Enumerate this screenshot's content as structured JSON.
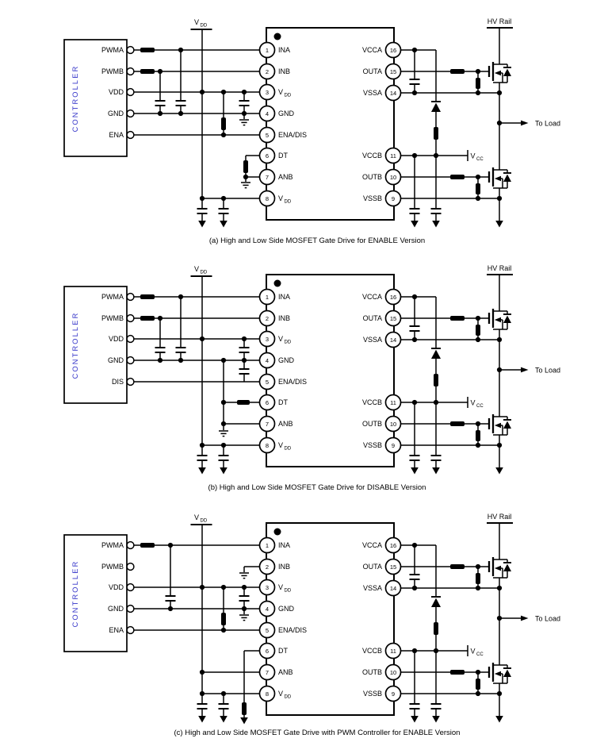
{
  "labels": {
    "controller": "CONTROLLER",
    "vdd": {
      "main": "V",
      "sub": "DD"
    },
    "vcc": {
      "main": "V",
      "sub": "CC"
    },
    "hv_rail": "HV Rail",
    "to_load": "To Load"
  },
  "ic": {
    "left_pins": [
      {
        "num": "1",
        "name": "INA"
      },
      {
        "num": "2",
        "name": "INB"
      },
      {
        "num": "3",
        "name": ""
      },
      {
        "num": "4",
        "name": "GND"
      },
      {
        "num": "5",
        "name": "ENA/DIS"
      },
      {
        "num": "6",
        "name": "DT"
      },
      {
        "num": "7",
        "name": "ANB"
      },
      {
        "num": "8",
        "name": ""
      }
    ],
    "right_pins": [
      {
        "num": "16",
        "name": "VCCA"
      },
      {
        "num": "15",
        "name": "OUTA"
      },
      {
        "num": "14",
        "name": "VSSA"
      },
      {
        "num": "11",
        "name": "VCCB"
      },
      {
        "num": "10",
        "name": "OUTB"
      },
      {
        "num": "9",
        "name": "VSSB"
      }
    ]
  },
  "diagrams": [
    {
      "caption": "(a) High and Low Side MOSFET Gate Drive for ENABLE Version",
      "controller_pins": [
        "PWMA",
        "PWMB",
        "VDD",
        "GND",
        "ENA"
      ]
    },
    {
      "caption": "(b) High and Low Side MOSFET Gate Drive for DISABLE Version",
      "controller_pins": [
        "PWMA",
        "PWMB",
        "VDD",
        "GND",
        "DIS"
      ]
    },
    {
      "caption": "(c) High and Low Side MOSFET Gate Drive with PWM Controller for ENABLE Version",
      "controller_pins": [
        "PWMA",
        "PWMB",
        "VDD",
        "GND",
        "ENA"
      ]
    }
  ],
  "colors": {
    "line": "#000000",
    "controller_text": "#3232c8",
    "background": "#ffffff"
  }
}
